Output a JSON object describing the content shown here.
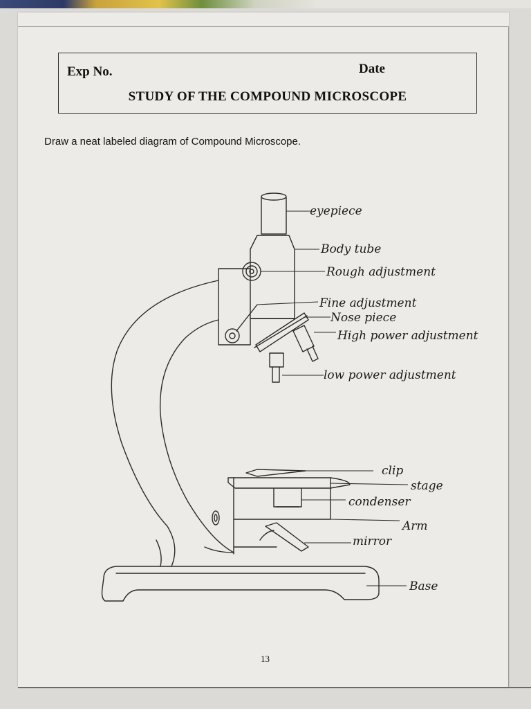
{
  "header": {
    "exp_no_label": "Exp No.",
    "date_label": "Date",
    "title": "STUDY OF THE COMPOUND MICROSCOPE"
  },
  "instruction": "Draw a neat labeled diagram of Compound Microscope.",
  "labels": {
    "eyepiece": "eyepiece",
    "body_tube": "Body tube",
    "rough_adjustment": "Rough adjustment",
    "fine_adjustment": "Fine adjustment",
    "nose_piece": "Nose piece",
    "high_power": "High power adjustment",
    "low_power": "low power adjustment",
    "clip": "clip",
    "stage": "stage",
    "condenser": "condenser",
    "arm": "Arm",
    "mirror": "mirror",
    "base": "Base"
  },
  "page_number": "13",
  "colors": {
    "ink": "#1a1a1a",
    "paper": "#ecebe7"
  }
}
